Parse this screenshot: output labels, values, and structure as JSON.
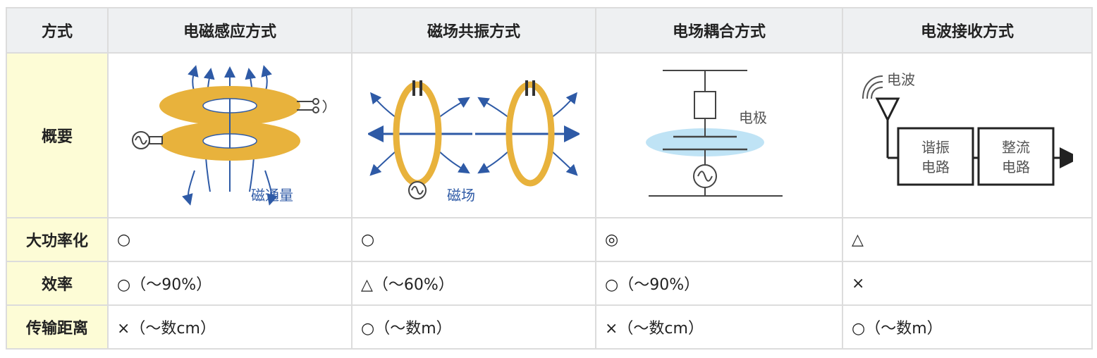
{
  "header": [
    "方式",
    "电磁感应方式",
    "磁场共振方式",
    "电场耦合方式",
    "电波接收方式"
  ],
  "overview": {
    "label": "概要",
    "diagrams": {
      "induction": {
        "label": "磁通量"
      },
      "resonance": {
        "label": "磁场"
      },
      "coupling": {
        "label": "电极"
      },
      "radio": {
        "wave_label": "电波",
        "block1": [
          "谐振",
          "电路"
        ],
        "block2": [
          "整流",
          "电路"
        ]
      }
    }
  },
  "rows": [
    {
      "label": "大功率化",
      "cells": [
        "○",
        "○",
        "◎",
        "△"
      ]
    },
    {
      "label": "效率",
      "cells": [
        "○（～90%）",
        "△（～60%）",
        "○（～90%）",
        "×"
      ]
    },
    {
      "label": "传输距离",
      "cells": [
        "×（～数cm）",
        "○（～数m）",
        "×（～数cm）",
        "○（～数m）"
      ]
    }
  ],
  "colors": {
    "header_bg": "#eef0f2",
    "label_bg": "#fdfcd6",
    "coil": "#e8b23c",
    "arrow": "#2e5aa6",
    "field": "#bfe3f5",
    "line": "#444444"
  }
}
